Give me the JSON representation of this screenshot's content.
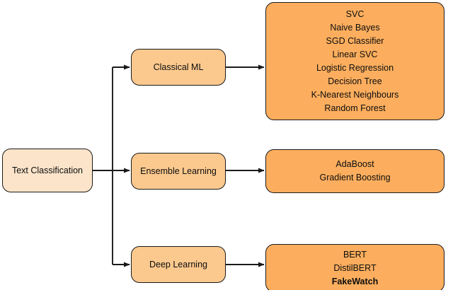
{
  "diagram": {
    "title": "Text Classification",
    "type": "flowchart",
    "orientation": "left-to-right",
    "background_color": "#ffffff",
    "colors": {
      "root_fill": "#fce4ca",
      "category_fill": "#fbc98e",
      "leaf_fill": "#fcae5e",
      "border": "#1a1a1a",
      "connector": "#1a1a1a",
      "text": "#0d0d0d"
    },
    "root": {
      "label": "Text Classification"
    },
    "branches": [
      {
        "category": "Classical ML",
        "methods": [
          {
            "name": "SVC",
            "bold": false
          },
          {
            "name": "Naive Bayes",
            "bold": false
          },
          {
            "name": "SGD Classifier",
            "bold": false
          },
          {
            "name": "Linear SVC",
            "bold": false
          },
          {
            "name": "Logistic Regression",
            "bold": false
          },
          {
            "name": "Decision Tree",
            "bold": false
          },
          {
            "name": "K-Nearest Neighbours",
            "bold": false
          },
          {
            "name": "Random Forest",
            "bold": false
          }
        ]
      },
      {
        "category": "Ensemble Learning",
        "methods": [
          {
            "name": "AdaBoost",
            "bold": false
          },
          {
            "name": "Gradient Boosting",
            "bold": false
          }
        ]
      },
      {
        "category": "Deep Learning",
        "methods": [
          {
            "name": "BERT",
            "bold": false
          },
          {
            "name": "DistilBERT",
            "bold": false
          },
          {
            "name": "FakeWatch",
            "bold": true
          }
        ]
      }
    ]
  }
}
